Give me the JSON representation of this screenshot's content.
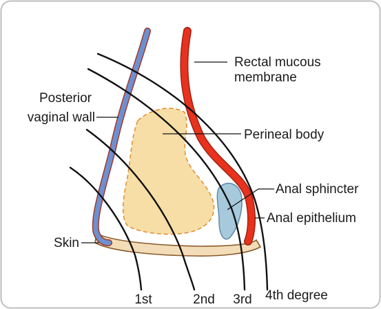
{
  "labels": {
    "rectal_line1": "Rectal mucous",
    "rectal_line2": "membrane",
    "posterior_line1": "Posterior",
    "posterior_line2": "vaginal wall",
    "perineal_body": "Perineal body",
    "anal_sphincter": "Anal sphincter",
    "anal_epithelium": "Anal epithelium",
    "skin": "Skin",
    "tear_1": "1st",
    "tear_2": "2nd",
    "tear_3": "3rd",
    "tear_4": "4th degree"
  },
  "colors": {
    "frame_border": "#bfbfbf",
    "vaginal_wall": "#6f8fd0",
    "vaginal_wall_edge": "#9c3a2a",
    "rectal_membrane": "#e8321e",
    "rectal_membrane_edge": "#9c2414",
    "perineal_body_fill": "#f6dea6",
    "perineal_body_edge": "#e08a2c",
    "anal_sphincter_fill": "#a6c9dc",
    "anal_sphincter_edge": "#5c8aa8",
    "skin_fill": "#f3ddb8",
    "skin_edge": "#8a5a2c",
    "tear_lines": "#111111",
    "leader_lines": "#111111"
  }
}
